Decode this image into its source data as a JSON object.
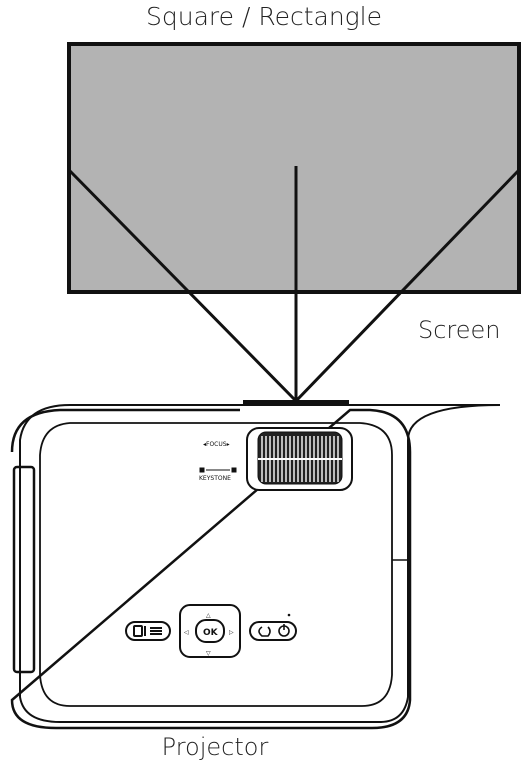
{
  "title": "Square / Rectangle",
  "screen_label": "Screen",
  "projector_label": "Projector",
  "projector": {
    "focus_label": "◂FOCUS▸",
    "keystone_label": "KEYSTONE",
    "ok_label": "OK",
    "up_arrow": "△",
    "down_arrow": "▽",
    "left_arrow": "◁",
    "right_arrow": "▷"
  },
  "colors": {
    "screen_fill": "#b3b3b3",
    "outline": "#111111"
  }
}
